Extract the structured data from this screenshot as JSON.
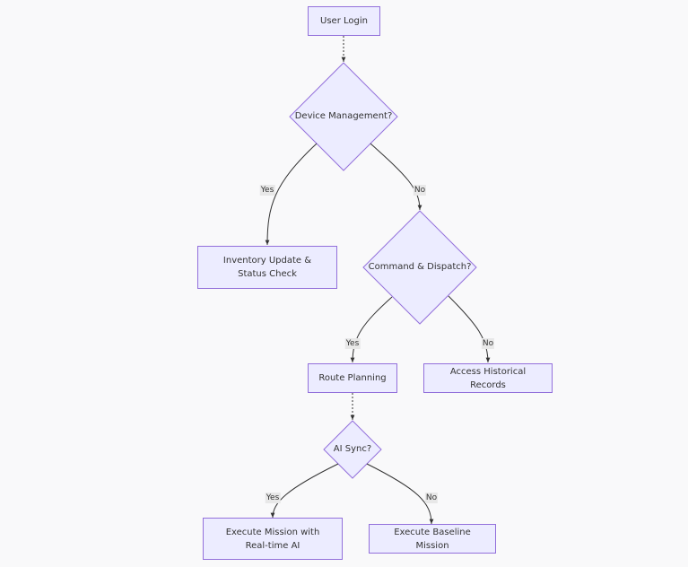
{
  "nodes": {
    "user_login": "User Login",
    "device_management": "Device Management?",
    "inventory_update": "Inventory Update & Status Check",
    "command_dispatch": "Command & Dispatch?",
    "route_planning": "Route Planning",
    "access_historical": "Access Historical Records",
    "ai_sync": "AI Sync?",
    "execute_realtime": "Execute Mission with Real-time AI",
    "execute_baseline": "Execute Baseline Mission"
  },
  "edge_labels": {
    "device_yes": "Yes",
    "device_no": "No",
    "command_yes": "Yes",
    "command_no": "No",
    "ai_yes": "Yes",
    "ai_no": "No"
  },
  "colors": {
    "node_fill": "#ececff",
    "node_border": "#9370db",
    "edge": "#333333",
    "label_bg": "#e8e8e8",
    "background": "#f9f9fa"
  }
}
